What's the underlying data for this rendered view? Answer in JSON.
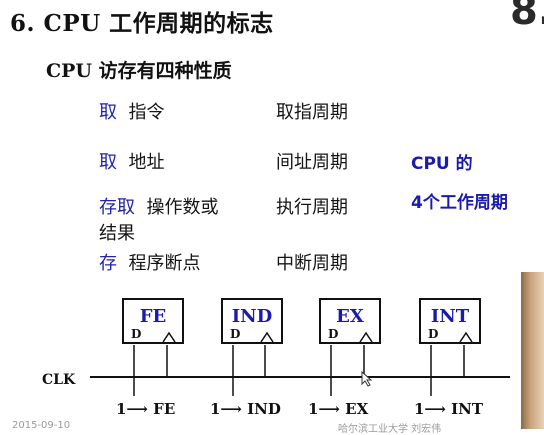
{
  "slide": {
    "title": "6. CPU 工作周期的标志",
    "corner_fragment": "8.",
    "subtitle": "CPU 访存有四种性质",
    "rows": [
      {
        "keyword": "取",
        "rest": "指令",
        "cycle": "取指周期"
      },
      {
        "keyword": "取",
        "rest": "地址",
        "cycle": "间址周期"
      },
      {
        "keyword": "存取",
        "rest": "操作数或",
        "rest_line2": "结果",
        "cycle": "执行周期"
      },
      {
        "keyword": "存",
        "rest": "程序断点",
        "cycle": "中断周期"
      }
    ],
    "side_note": {
      "line1": "CPU 的",
      "line2": "4个工作周期"
    }
  },
  "diagram": {
    "flipflops": [
      {
        "label": "FE",
        "d_label": "D",
        "output": "1⟶ FE"
      },
      {
        "label": "IND",
        "d_label": "D",
        "output": "1⟶ IND"
      },
      {
        "label": "EX",
        "d_label": "D",
        "output": "1⟶ EX"
      },
      {
        "label": "INT",
        "d_label": "D",
        "output": "1⟶ INT"
      }
    ],
    "clock_label": "CLK"
  },
  "footer": {
    "date": "2015-09-10",
    "source": "哈尔滨工业大学 刘宏伟"
  },
  "colors": {
    "keyword_blue": "#2222aa",
    "label_blue": "#1a1ab0",
    "text": "#111111"
  }
}
